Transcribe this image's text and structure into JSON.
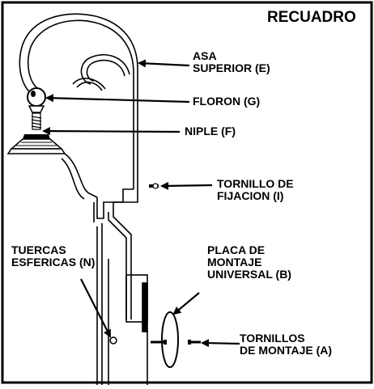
{
  "inset_title": "RECUADRO",
  "labels": {
    "upper_handle": [
      "ASA",
      "SUPERIOR (E)"
    ],
    "finial": "FLORON (G)",
    "nipple": "NIPLE (F)",
    "set_screw": [
      "TORNILLO DE",
      "FIJACION (I)"
    ],
    "ball_nuts": [
      "TUERCAS",
      "ESFERICAS (N)"
    ],
    "mounting_plate": [
      "PLACA DE",
      "MONTAJE",
      "UNIVERSAL (B)"
    ],
    "mounting_screws": [
      "TORNILLOS",
      "DE MONTAJE (A)"
    ]
  }
}
